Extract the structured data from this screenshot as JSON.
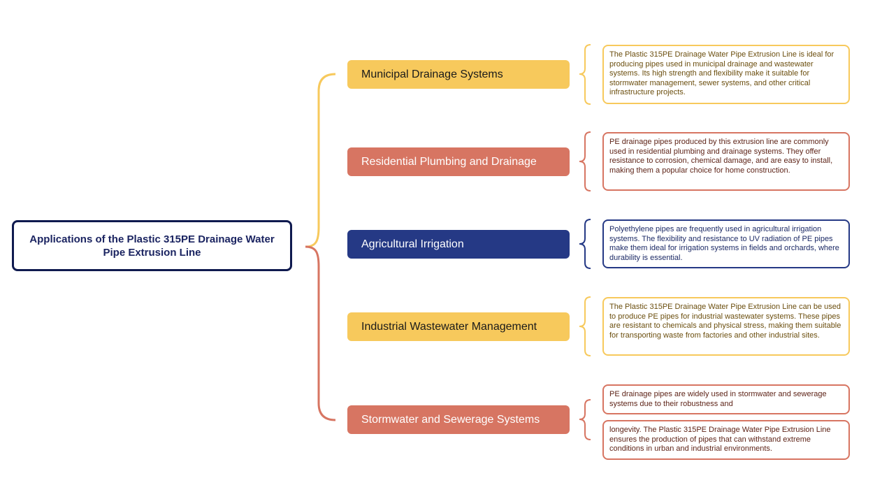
{
  "root": {
    "title": "Applications of the Plastic 315PE Drainage Water Pipe Extrusion Line"
  },
  "branches": [
    {
      "label": "Municipal Drainage Systems",
      "color": "#f7c95c",
      "details": [
        "The Plastic 315PE Drainage Water Pipe Extrusion Line is ideal for producing pipes used in municipal drainage and wastewater systems. Its high strength and flexibility make it suitable for stormwater management, sewer systems, and other critical infrastructure projects."
      ]
    },
    {
      "label": "Residential Plumbing and Drainage",
      "color": "#d77562",
      "details": [
        "PE drainage pipes produced by this extrusion line are commonly used in residential plumbing and drainage systems. They offer resistance to corrosion, chemical damage, and are easy to install, making them a popular choice for home construction."
      ]
    },
    {
      "label": "Agricultural Irrigation",
      "color": "#253985",
      "details": [
        "Polyethylene pipes are frequently used in agricultural irrigation systems. The flexibility and resistance to UV radiation of PE pipes make them ideal for irrigation systems in fields and orchards, where durability is essential."
      ]
    },
    {
      "label": "Industrial Wastewater Management",
      "color": "#f7c95c",
      "details": [
        "The Plastic 315PE Drainage Water Pipe Extrusion Line can be used to produce PE pipes for industrial wastewater systems. These pipes are resistant to chemicals and physical stress, making them suitable for transporting waste from factories and other industrial sites."
      ]
    },
    {
      "label": "Stormwater and Sewerage Systems",
      "color": "#d77562",
      "details": [
        "PE drainage pipes are widely used in stormwater and sewerage systems due to their robustness and",
        "longevity. The Plastic 315PE Drainage Water Pipe Extrusion Line ensures the production of pipes that can withstand extreme conditions in urban and industrial environments."
      ]
    }
  ]
}
